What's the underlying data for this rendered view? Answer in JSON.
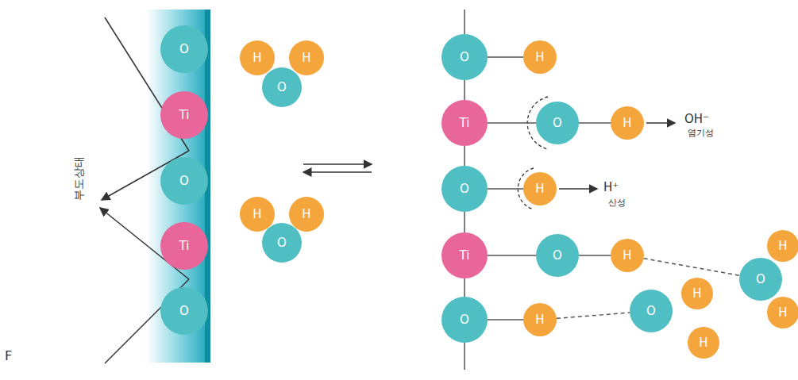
{
  "diagram": {
    "nodes": [
      {
        "text": [
          "O"
        ]
      },
      {
        "text": [
          "Ti"
        ]
      },
      {
        "text": [
          "O"
        ]
      },
      {
        "text": [
          "Ti"
        ]
      },
      {
        "text": [
          "O"
        ]
      },
      {
        "text": [
          "H"
        ]
      },
      {
        "text": [
          "H"
        ]
      },
      {
        "text": [
          "O"
        ]
      },
      {
        "text": [
          "H"
        ]
      },
      {
        "text": [
          "H"
        ]
      },
      {
        "text": [
          "O"
        ]
      },
      {
        "text": [
          "O"
        ]
      },
      {
        "text": [
          "Ti"
        ]
      },
      {
        "text": [
          "O"
        ]
      },
      {
        "text": [
          "Ti"
        ]
      },
      {
        "text": [
          "O"
        ]
      },
      {
        "text": [
          "H"
        ]
      },
      {
        "text": [
          "O"
        ]
      },
      {
        "text": [
          "H"
        ]
      },
      {
        "text": [
          "H"
        ]
      },
      {
        "text": [
          "O"
        ]
      },
      {
        "text": [
          "H"
        ]
      },
      {
        "text": [
          "H"
        ]
      },
      {
        "text": [
          "O"
        ]
      },
      {
        "text": [
          "H"
        ]
      },
      {
        "text": [
          "H"
        ]
      },
      {
        "text": [
          "O"
        ]
      },
      {
        "text": [
          "H"
        ]
      },
      {
        "text": [
          "H"
        ]
      }
    ],
    "edges": [
      {
        "from": 11,
        "to": 12,
        "arrow": "none"
      },
      {
        "from": 12,
        "to": 13,
        "arrow": "none"
      },
      {
        "from": 13,
        "to": 14,
        "arrow": "none"
      },
      {
        "from": 14,
        "to": 15,
        "arrow": "none"
      },
      {
        "from": 11,
        "to": 16,
        "arrow": "none"
      },
      {
        "from": 12,
        "to": 17,
        "arrow": "none"
      },
      {
        "from": 17,
        "to": 18,
        "arrow": "none"
      },
      {
        "from": 13,
        "to": 19,
        "arrow": "none"
      },
      {
        "from": 14,
        "to": 20,
        "arrow": "none"
      },
      {
        "from": 20,
        "to": 21,
        "arrow": "none"
      },
      {
        "from": 15,
        "to": 22,
        "arrow": "none"
      },
      {
        "from": 21,
        "to": 23,
        "arrow": "none"
      },
      {
        "from": 22,
        "to": 26,
        "arrow": "none"
      }
    ],
    "labels": [
      "부도상태",
      "OH⁻",
      "염기성",
      "H⁺",
      "산성",
      "F"
    ]
  }
}
